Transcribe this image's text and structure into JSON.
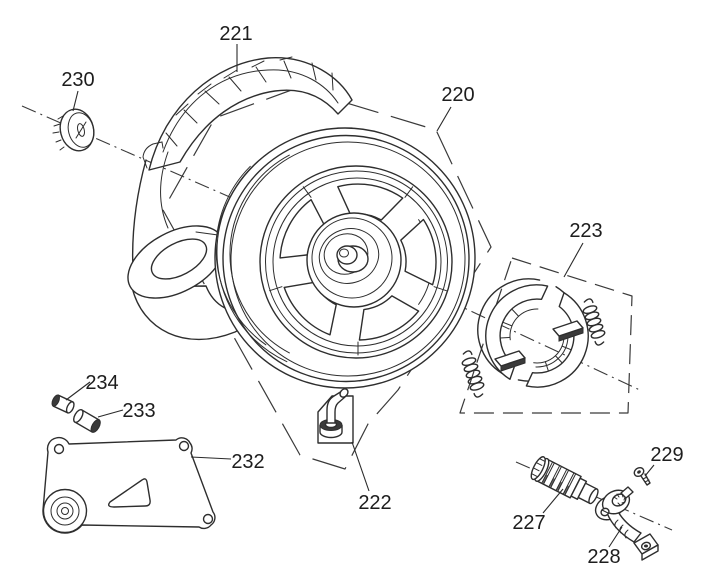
{
  "figure": {
    "background": "#ffffff",
    "ink_color": "#2e2e2e",
    "dark_fill_color": "#2f2f2f"
  },
  "labels": {
    "p220": "220",
    "p221": "221",
    "p222": "222",
    "p223": "223",
    "p227": "227",
    "p228": "228",
    "p229": "229",
    "p230": "230",
    "p232": "232",
    "p233": "233",
    "p234": "234"
  }
}
